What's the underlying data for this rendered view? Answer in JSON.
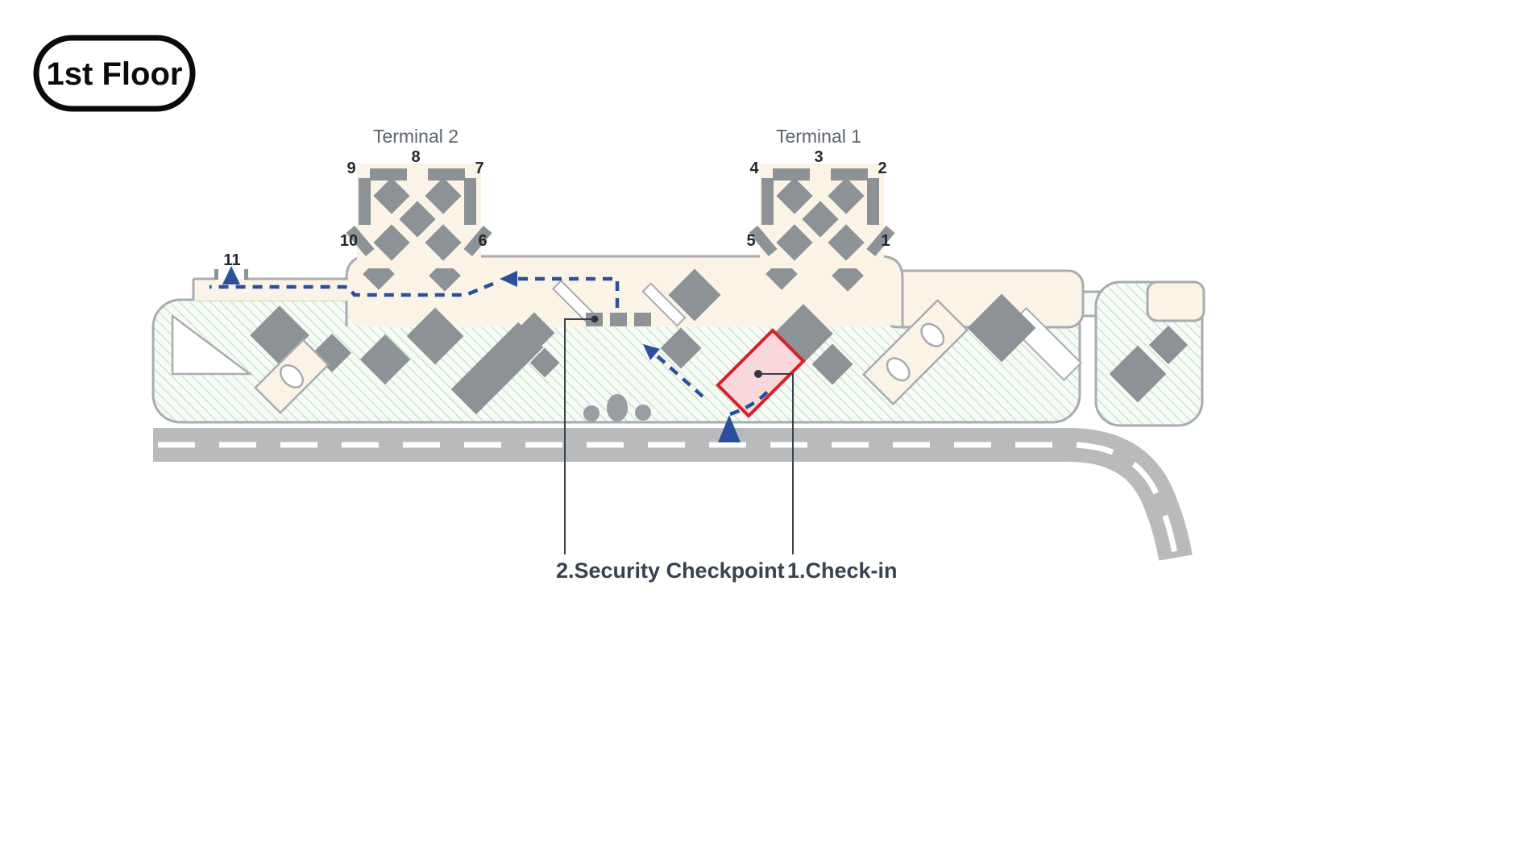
{
  "floor_badge": {
    "label": "1st Floor"
  },
  "terminals": {
    "t2": {
      "label": "Terminal 2"
    },
    "t1": {
      "label": "Terminal 1"
    }
  },
  "gates": {
    "t2": {
      "top_left": "9",
      "top_center": "8",
      "top_right": "7",
      "bottom_left": "10",
      "bottom_right": "6"
    },
    "t1": {
      "top_left": "4",
      "top_center": "3",
      "top_right": "2",
      "bottom_left": "5",
      "bottom_right": "1"
    },
    "exit": "11"
  },
  "callouts": {
    "security": "2.Security Checkpoint",
    "checkin": "1.Check-in"
  },
  "colors": {
    "route_blue": "#2c4f9c",
    "highlight_red": "#d4212a",
    "highlight_pink": "#f8d8da",
    "building_gray": "#8d9296",
    "terminal_cream": "#fbf4e6",
    "hatch_green": "#c7e0cc",
    "road_gray": "#b9babb",
    "outline_gray": "#a8acaf",
    "label_dark": "#343b45"
  }
}
